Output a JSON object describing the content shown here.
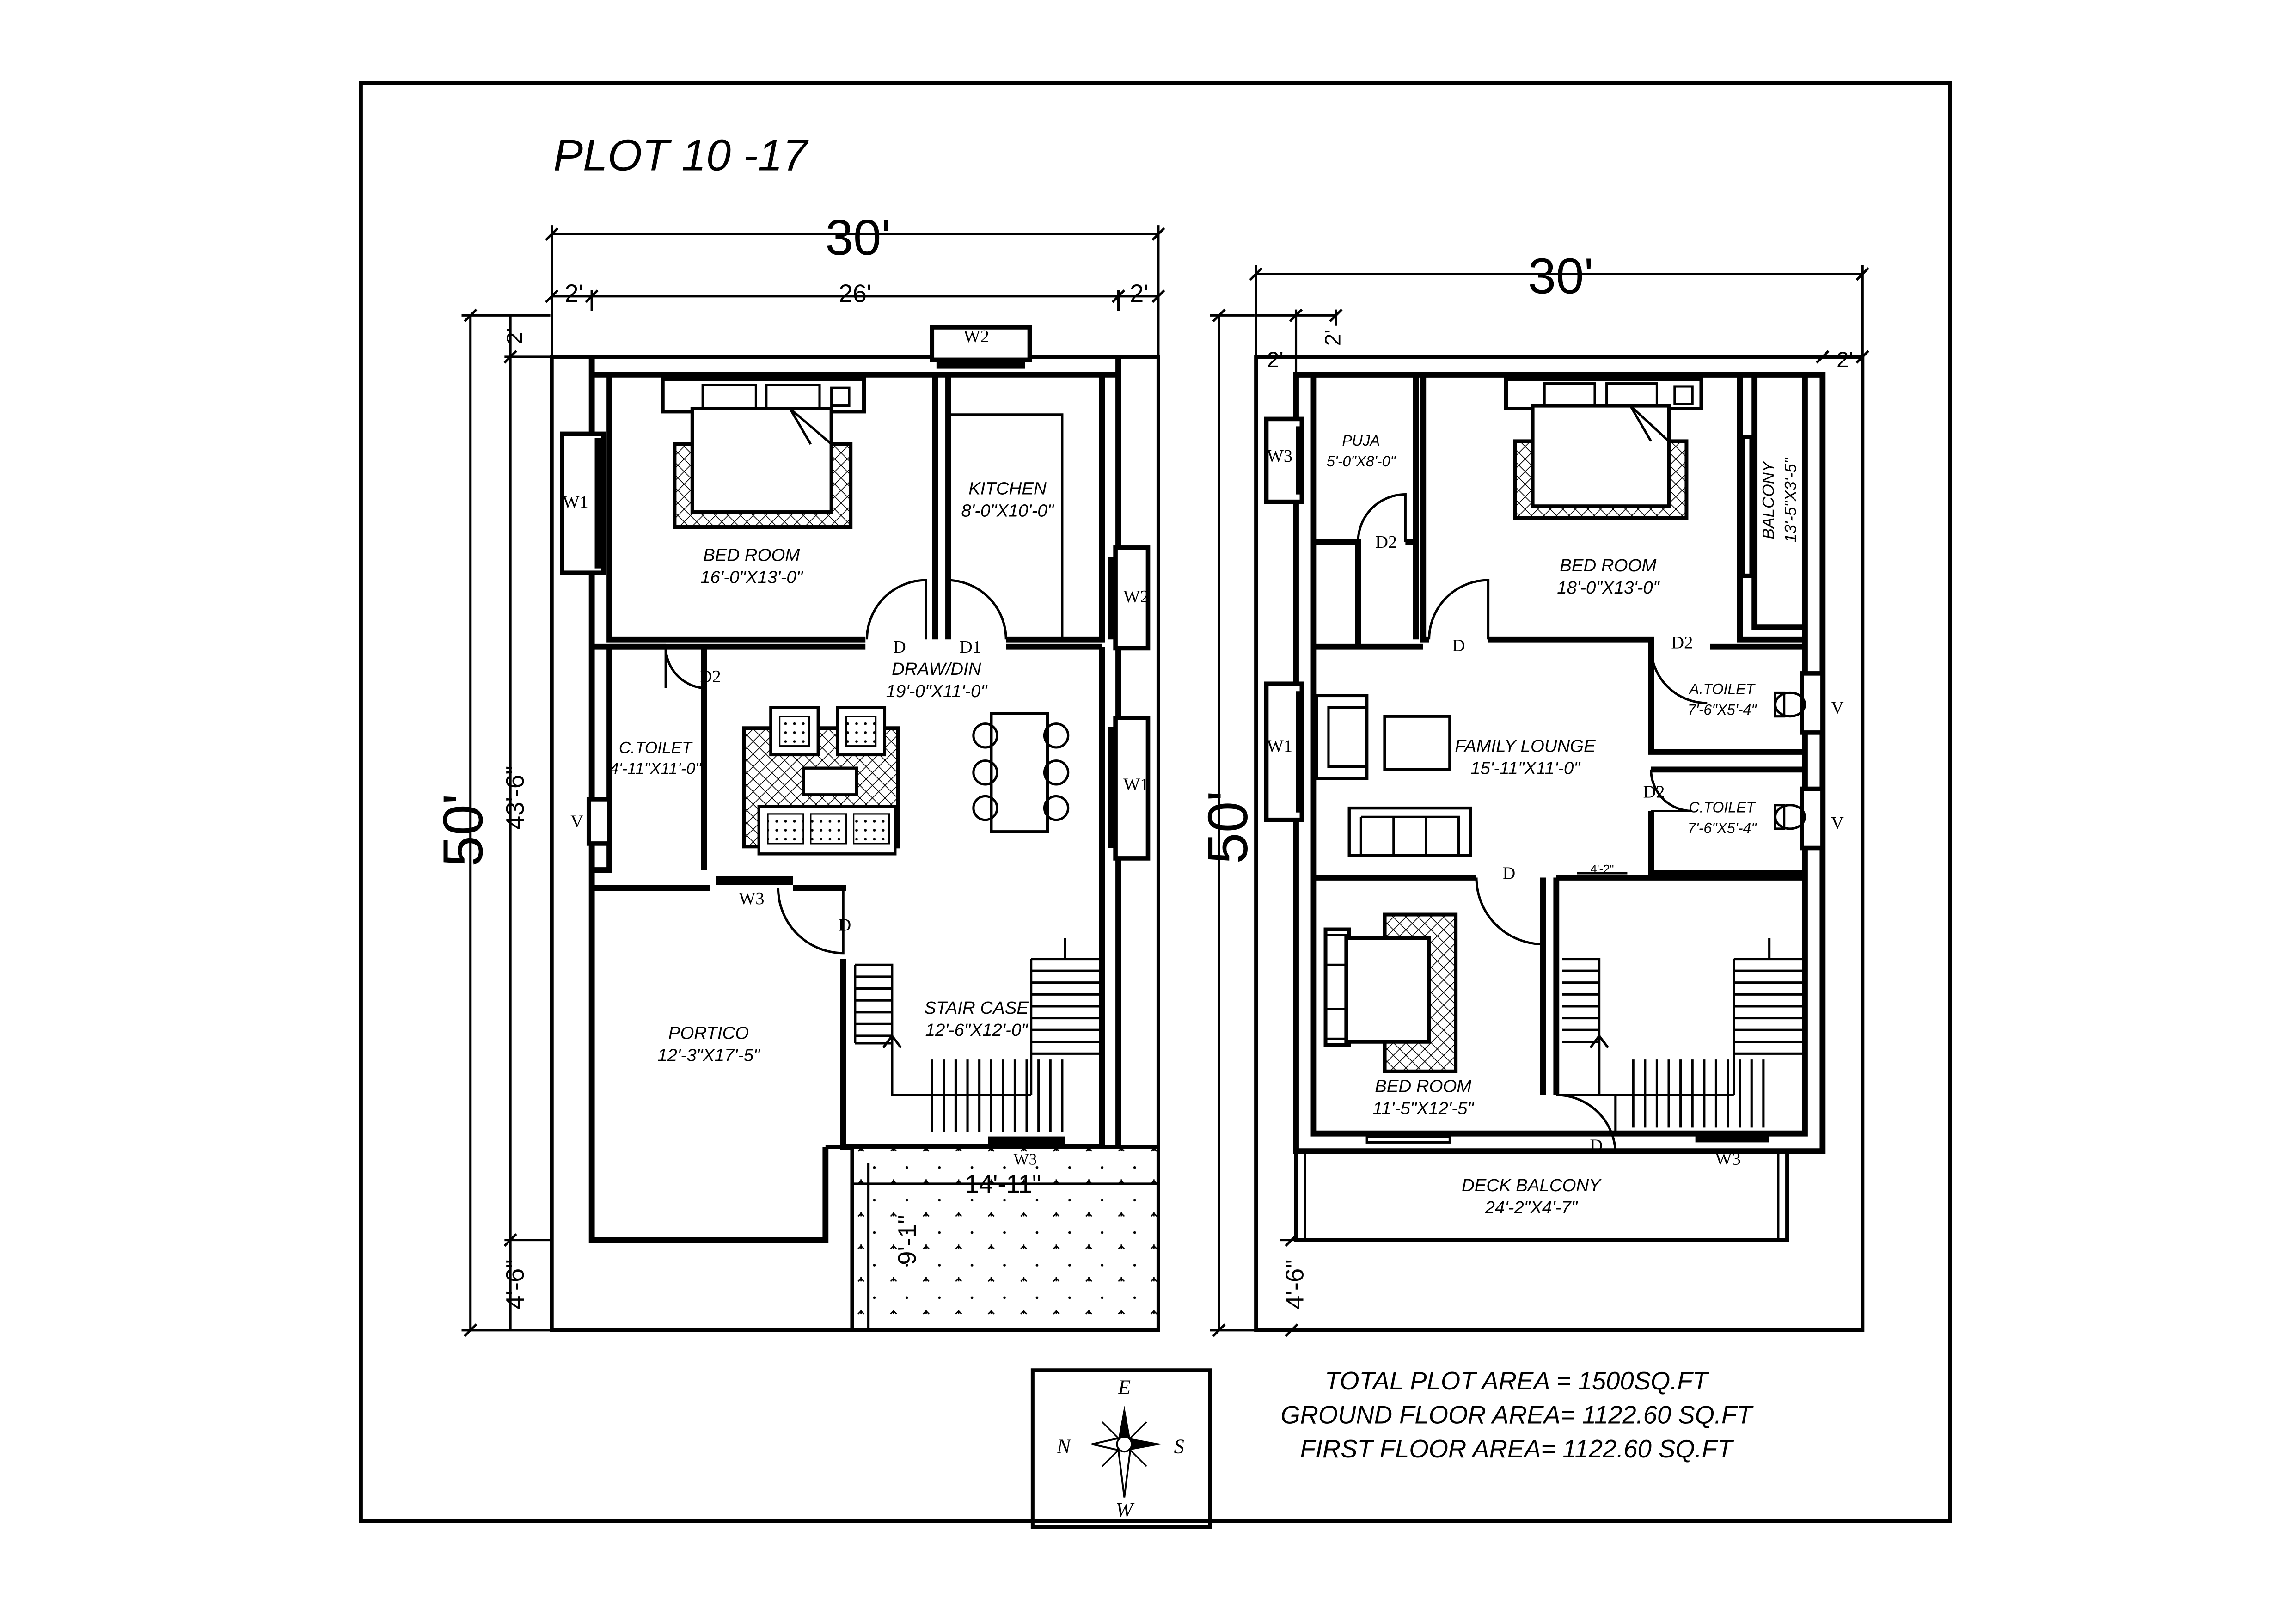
{
  "title": "PLOT 10 -17",
  "ground_floor": {
    "dims": {
      "overall_width": "30'",
      "left_setback": "2'",
      "inner_width": "26'",
      "right_setback": "2'",
      "overall_depth": "50'",
      "top_setback": "2'",
      "inner_depth": "43'-6\"",
      "bottom_setback": "4'-6\"",
      "parking_width": "14'-11\"",
      "parking_depth": "9'-1\""
    },
    "rooms": {
      "bedroom_name": "BED ROOM",
      "bedroom_size": "16'-0\"X13'-0\"",
      "kitchen_name": "KITCHEN",
      "kitchen_size": "8'-0\"X10'-0\"",
      "drawdin_name": "DRAW/DIN",
      "drawdin_size": "19'-0\"X11'-0\"",
      "ctoilet_name": "C.TOILET",
      "ctoilet_size": "4'-11\"X11'-0\"",
      "staircase_name": "STAIR CASE",
      "staircase_size": "12'-6\"X12'-0\"",
      "portico_name": "PORTICO",
      "portico_size": "12'-3\"X17'-5\""
    },
    "labels": {
      "w1_left": "W1",
      "w2_top": "W2",
      "w2_right": "W2",
      "w1_right": "W1",
      "w3_mid": "W3",
      "w3_bottom": "W3",
      "d_bed": "D",
      "d1_kitchen": "D1",
      "d2_toilet": "D2",
      "d_stair": "D",
      "v_toilet": "V"
    }
  },
  "first_floor": {
    "dims": {
      "overall_width": "30'",
      "left_setback_a": "2'",
      "left_setback_b": "2'",
      "right_setback": "2'",
      "overall_depth": "50'",
      "bottom_setback": "4'-6\"",
      "passage_width": "4'-2\""
    },
    "rooms": {
      "puja_name": "PUJA",
      "puja_size": "5'-0\"X8'-0\"",
      "bedroom1_name": "BED ROOM",
      "bedroom1_size": "18'-0\"X13'-0\"",
      "balcony_name": "BALCONY",
      "balcony_size": "13'-5\"X3'-5\"",
      "atoilet_name": "A.TOILET",
      "atoilet_size": "7'-6\"X5'-4\"",
      "lounge_name": "FAMILY LOUNGE",
      "lounge_size": "15'-11\"X11'-0\"",
      "ctoilet_name": "C.TOILET",
      "ctoilet_size": "7'-6\"X5'-4\"",
      "bedroom2_name": "BED ROOM",
      "bedroom2_size": "11'-5\"X12'-5\"",
      "deck_name": "DECK BALCONY",
      "deck_size": "24'-2\"X4'-7\""
    },
    "labels": {
      "w3_left": "W3",
      "w1_left": "W1",
      "w3_bottom": "W3",
      "d2_puja": "D2",
      "d_bed": "D",
      "d2_atoilet": "D2",
      "d2_ctoilet": "D2",
      "d_bed2": "D",
      "d_deck": "D",
      "v_atoilet": "V",
      "v_ctoilet": "V"
    }
  },
  "areas": {
    "total": "TOTAL PLOT AREA = 1500SQ.FT",
    "ground": "GROUND FLOOR AREA= 1122.60 SQ.FT",
    "first": "FIRST FLOOR AREA= 1122.60 SQ.FT"
  },
  "compass": {
    "top": "E",
    "bottom": "W",
    "left": "N",
    "right": "S",
    "icon": "compass-rose-icon"
  }
}
